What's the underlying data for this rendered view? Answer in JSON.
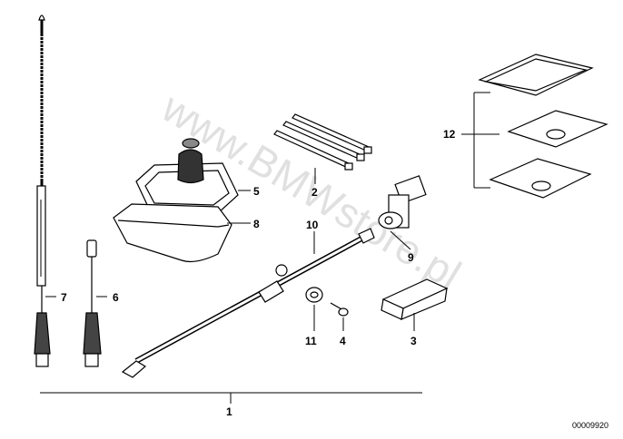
{
  "callouts": {
    "c1": "1",
    "c2": "2",
    "c3": "3",
    "c4": "4",
    "c5": "5",
    "c6": "6",
    "c7": "7",
    "c8": "8",
    "c9": "9",
    "c10": "10",
    "c11": "11",
    "c12": "12"
  },
  "document_number": "00009920",
  "watermark": "www.BMWstore.pl"
}
